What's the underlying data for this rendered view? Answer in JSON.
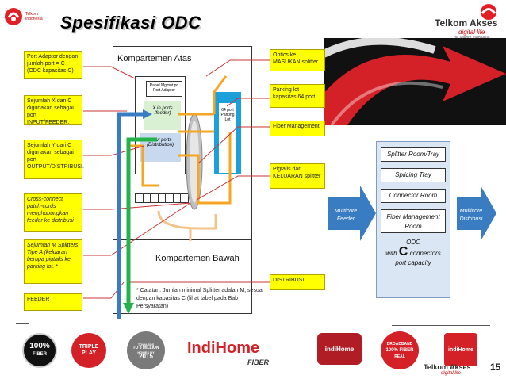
{
  "title": "Spesifikasi ODC",
  "corner_logo": {
    "name": "Telkom Indonesia"
  },
  "brand": {
    "name": "Telkom Akses",
    "tagline": "digital life",
    "sub": "by Telkom Indonesia"
  },
  "left_labels": [
    "Port Adaptor dengan jumlah port = C (ODC kapasitas C)",
    "Sejumlah X dari C digunakan sebagai port INPUT/FEEDER.",
    "Sejumlah Y dari C digunakan sebagai port OUTPUT/DISTRIBUSI.",
    "Cross-connect patch-cords menghubungkan feeder ke distribusi",
    "Sejumlah M Splitters Tipe A (keluaran berupa pigtails ke parking lot. *",
    "FEEDER"
  ],
  "right_labels": [
    "Optics ke MASUKAN splitter",
    "Parking lot kapasitas 64 port",
    "Fiber Management",
    "Pigtails dari KELUARAN splitter",
    "DISTRIBUSI"
  ],
  "diagram": {
    "top_compartment": "Kompartemen Atas",
    "bottom_compartment": "Kompartemen Bawah",
    "panel_label": "Panel Mgmnt pn Port Adaptor",
    "in_ports": "X in ports (feeder)",
    "out_ports": "Y out ports (Distribution)",
    "parking_lot": "64 port Parking Lot",
    "note": "* Catatan: Jumlah minimal Splitter adalah M, sesuai dengan kapasitas C (lihat tabel pada Bab Persyaratan)"
  },
  "flow": {
    "left_arrow": "Multicore Feeder",
    "right_arrow": "Multicore Distribusi",
    "boxes": [
      "Splitter Room/Tray",
      "Splicing Tray",
      "Connector Room",
      "Fiber Management Room"
    ],
    "odc_line1": "ODC",
    "odc_line2_pre": "with",
    "odc_c": "C",
    "odc_line2_post": "connectors",
    "odc_line3": "port capacity"
  },
  "footer": {
    "badge1_big": "100%",
    "badge1_small": "FIBER",
    "badge2_top": "TRIPLE",
    "badge2_bot": "PLAY",
    "badge3_a": "TOWARDS",
    "badge3_b": "TO 3 MILLION",
    "badge3_c": "HOMES BY",
    "badge3_d": "2015",
    "indihome": "IndiHome",
    "indihome_sub": "FIBER",
    "badge4": "indiHome",
    "badge5_a": "BROADBAND",
    "badge5_b": "100% FIBER",
    "badge5_c": "REAL",
    "badge6": "indiHome",
    "page_no": "15"
  },
  "colors": {
    "yellow": "#ffff00",
    "blue_arrow": "#3a7cc2",
    "green": "#22b34a",
    "orange": "#f5a623",
    "red_badge": "#d42027"
  }
}
